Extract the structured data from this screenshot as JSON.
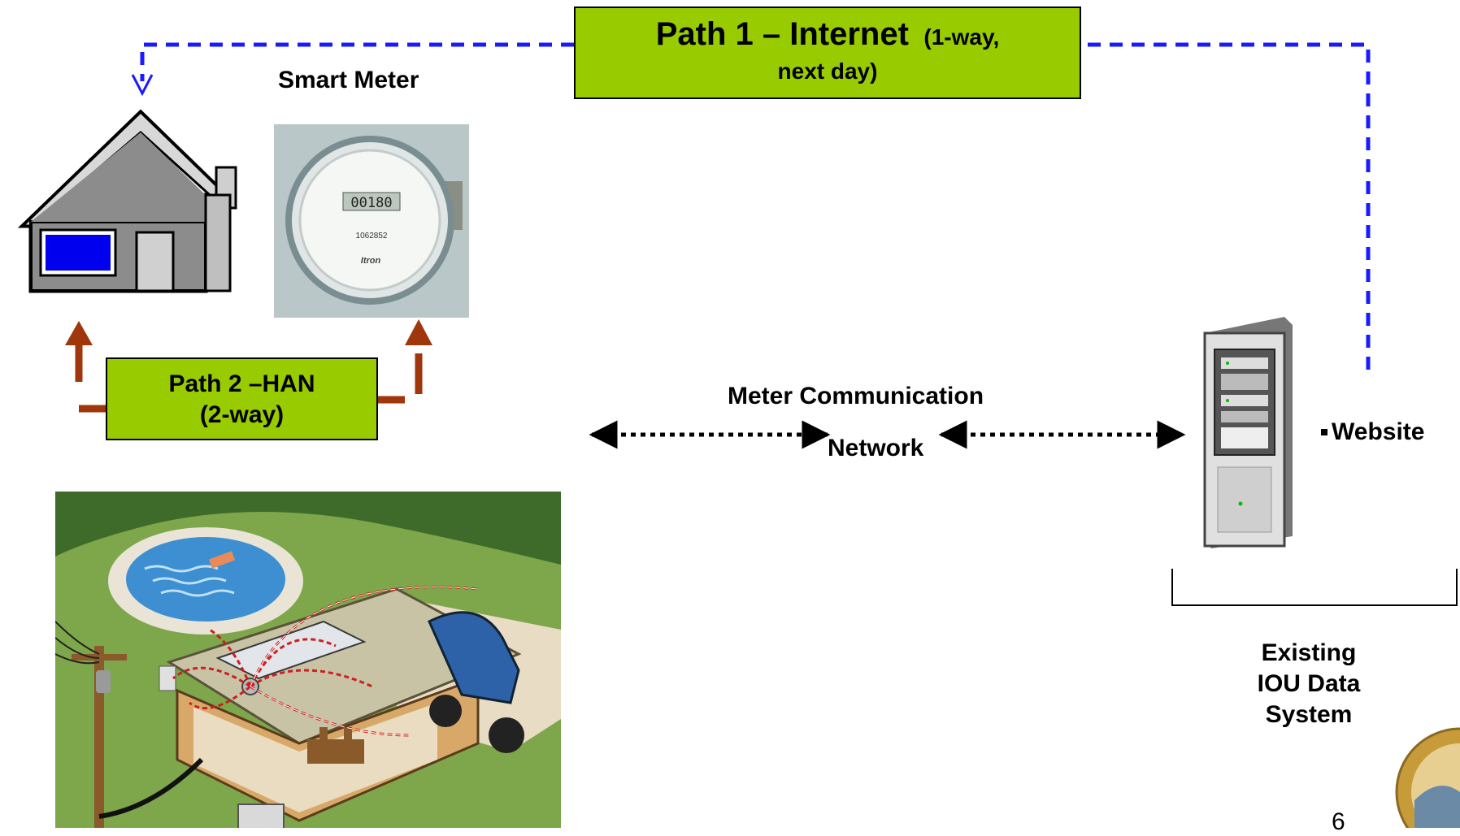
{
  "path1": {
    "title": "Path 1 – Internet",
    "detail_line1": "(1-way,",
    "detail_line2": "next day)"
  },
  "smart_meter": {
    "label": "Smart Meter",
    "display": "00180",
    "brand": "Itron",
    "serial": "1062852"
  },
  "path2": {
    "line1": "Path 2 –HAN",
    "line2": "(2-way)"
  },
  "network": {
    "line1": "Meter Communication",
    "line2": "Network"
  },
  "website": {
    "label": "Website"
  },
  "data_system": {
    "line1": "Existing",
    "line2": "IOU Data",
    "line3": "System"
  },
  "page_number": "6",
  "colors": {
    "box_green": "#99cc00",
    "blue_dash": "#1a1aff",
    "brown_arrow": "#a0360b"
  }
}
